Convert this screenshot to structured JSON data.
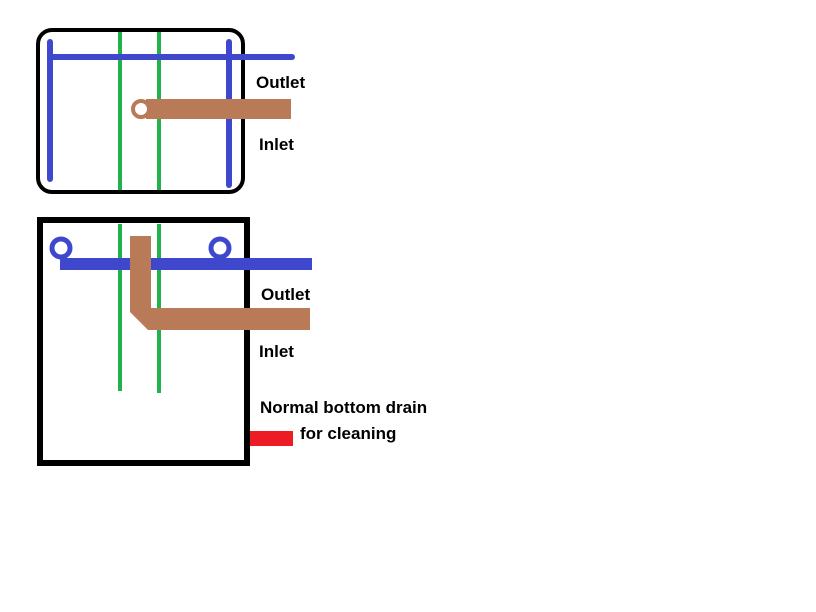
{
  "colors": {
    "outline": "#000000",
    "outlet_pipe": "#3f48cc",
    "inlet_pipe": "#b97a57",
    "vertical_rods": "#22b14c",
    "drain": "#ed1c24",
    "background": "#ffffff"
  },
  "top_diagram": {
    "outlet_label": "Outlet",
    "inlet_label": "Inlet"
  },
  "bottom_diagram": {
    "outlet_label": "Outlet",
    "inlet_label": "Inlet",
    "drain_label_line1": "Normal bottom drain",
    "drain_label_line2": "for cleaning"
  }
}
